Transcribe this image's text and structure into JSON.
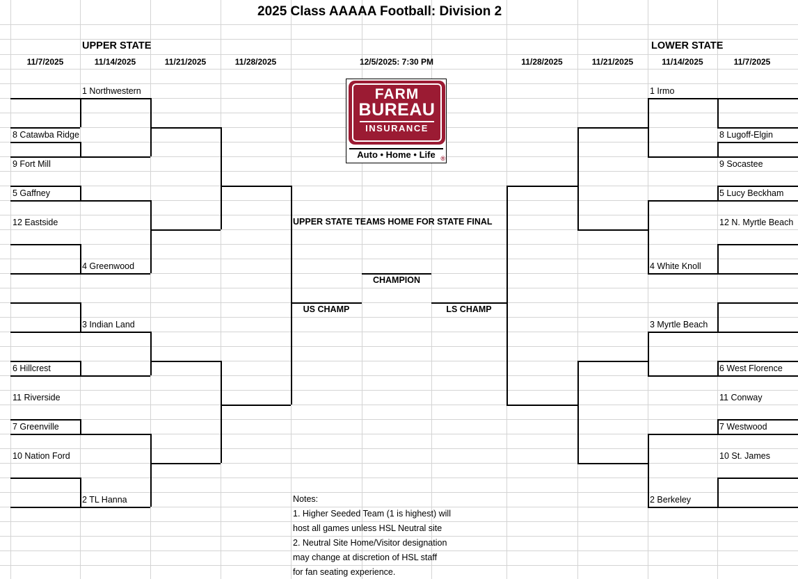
{
  "title": "2025 Class AAAAA Football: Division 2",
  "headers": {
    "upper_state": "UPPER STATE",
    "lower_state": "LOWER STATE",
    "dates_left": [
      "11/7/2025",
      "11/14/2025",
      "11/21/2025",
      "11/28/2025"
    ],
    "date_center": "12/5/2025: 7:30 PM",
    "dates_right": [
      "11/28/2025",
      "11/21/2025",
      "11/14/2025",
      "11/7/2025"
    ]
  },
  "logo": {
    "line1": "FARM",
    "line2": "BUREAU",
    "line3": "INSURANCE",
    "tagline": "Auto • Home • Life",
    "registered": "®",
    "brand_color": "#9B1B33"
  },
  "notice": "UPPER STATE TEAMS HOME FOR STATE FINAL",
  "center": {
    "champion": "CHAMPION",
    "us_champ": "US CHAMP",
    "ls_champ": "LS CHAMP"
  },
  "upper_state_teams": {
    "seed1": "1 Northwestern",
    "seed8": "8 Catawba Ridge",
    "seed9": "9 Fort Mill",
    "seed5": "5 Gaffney",
    "seed12": "12 Eastside",
    "seed4": "4 Greenwood",
    "seed3": "3 Indian Land",
    "seed6": "6 Hillcrest",
    "seed11": "11 Riverside",
    "seed7": "7 Greenville",
    "seed10": "10 Nation Ford",
    "seed2": "2 TL Hanna"
  },
  "lower_state_teams": {
    "seed1": "1 Irmo",
    "seed8": "8 Lugoff-Elgin",
    "seed9": "9 Socastee",
    "seed5": "5 Lucy Beckham",
    "seed12": "12 N. Myrtle Beach",
    "seed4": "4 White Knoll",
    "seed3": "3 Myrtle Beach",
    "seed6": "6 West Florence",
    "seed11": "11 Conway",
    "seed7": "7 Westwood",
    "seed10": "10 St. James",
    "seed2": "2 Berkeley"
  },
  "notes": {
    "heading": "Notes:",
    "lines": [
      "1. Higher Seeded Team (1 is highest) will",
      "host all games unless HSL Neutral site",
      "2. Neutral Site Home/Visitor designation",
      "may change at discretion of HSL staff",
      "for fan seating experience."
    ]
  }
}
